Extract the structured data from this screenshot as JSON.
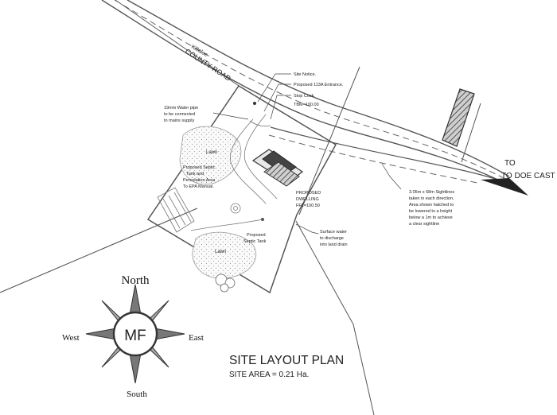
{
  "road": {
    "name_top": "Killaloe",
    "name": "COUNTY ROAD",
    "destination": "TO DOE CAST"
  },
  "annotations": {
    "site_notice": "Site Notice.",
    "entrance": "Proposed 113A Entrance.",
    "stop_cock": "Stop Cock.",
    "tbm": "TBM=100.00",
    "water_pipe_1": "19mm Water pipe",
    "water_pipe_2": "to be connected",
    "water_pipe_3": "to mains supply",
    "lawn_top": "Lawn",
    "lawn_bottom": "Lawn",
    "septic_area_1": "Proposed Septic",
    "septic_area_2": "Tank and",
    "septic_area_3": "Percolation Area",
    "septic_area_4": "To EPA Manual.",
    "dwelling_1": "PROPOSED",
    "dwelling_2": "DWELLING",
    "dwelling_3": "FFL=100.50",
    "septic_tank_1": "Proposed",
    "septic_tank_2": "Septic Tank",
    "surface_1": "Surface water",
    "surface_2": "to discharge",
    "surface_3": "into land drain",
    "sight_1": "3.05m x 68m Sightlines",
    "sight_2": "taken in each direction.",
    "sight_3": "Area shown hatched to",
    "sight_4": "be lowered to a height",
    "sight_5": "below a 1m to achieve",
    "sight_6": "a clear sightline"
  },
  "compass": {
    "north": "North",
    "south": "South",
    "east": "East",
    "west": "West",
    "monogram": "MF"
  },
  "title": {
    "main": "SITE LAYOUT PLAN",
    "area": "SITE AREA = 0.21 Ha."
  }
}
